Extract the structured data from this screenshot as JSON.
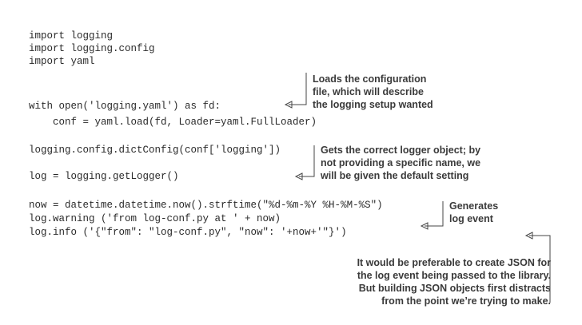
{
  "code_lines": [
    "import logging",
    "import logging.config",
    "import yaml",
    "with open('logging.yaml') as fd:",
    "    conf = yaml.load(fd, Loader=yaml.FullLoader)",
    "logging.config.dictConfig(conf['logging'])",
    "log = logging.getLogger()",
    "now = datetime.datetime.now().strftime(\"%d-%m-%Y %H-%M-%S\")",
    "log.warning ('from log-conf.py at ' + now)",
    "log.info ('{\"from\": \"log-conf.py\", \"now\": '+now+'\"}')"
  ],
  "annotations": [
    {
      "lines": [
        "Loads the configuration",
        "file, which will describe",
        "the logging setup wanted"
      ]
    },
    {
      "lines": [
        "Gets the correct logger object; by",
        "not providing a specific name, we",
        "will be given the default setting"
      ]
    },
    {
      "lines": [
        "Generates",
        "log event"
      ]
    },
    {
      "lines": [
        "It would be preferable to create JSON for",
        "the log event being passed to the library.",
        "But building JSON objects first distracts",
        "from the point we’re trying to make."
      ]
    }
  ]
}
